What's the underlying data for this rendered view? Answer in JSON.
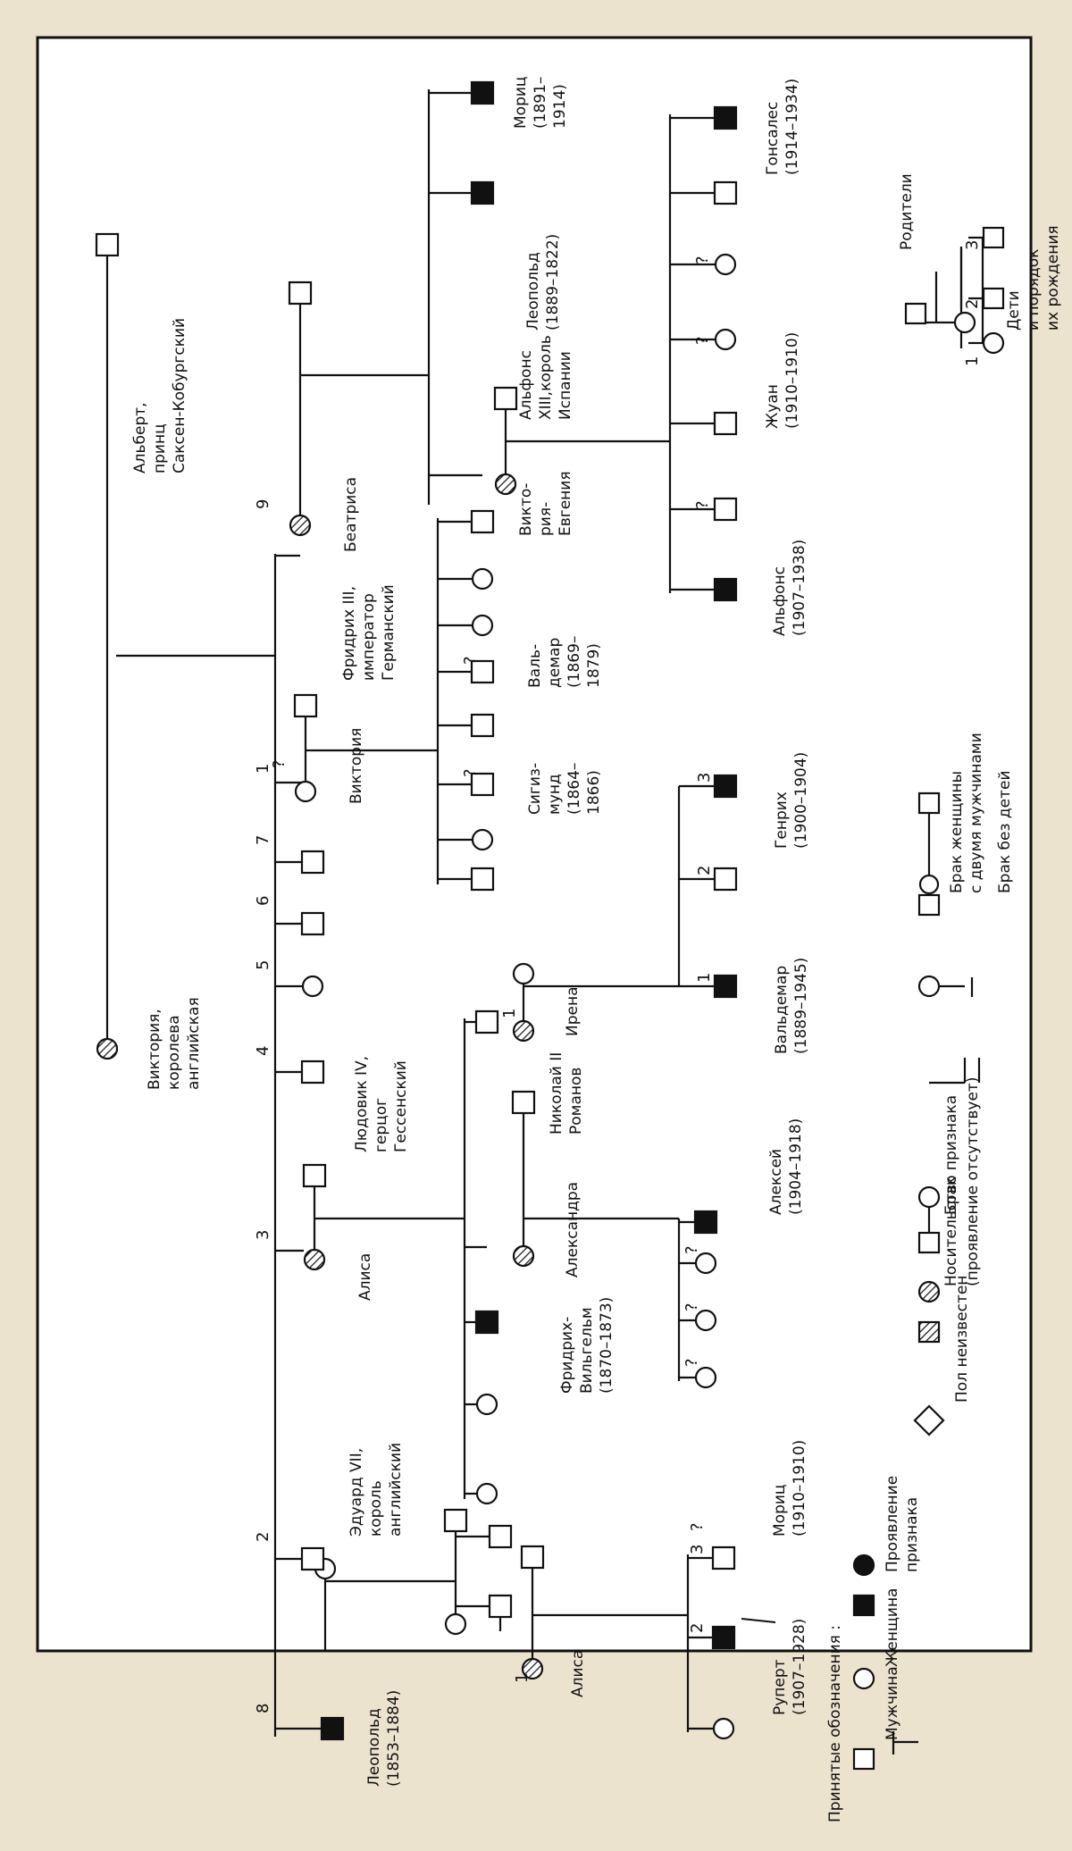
{
  "names": {
    "victoria": [
      "Виктория,",
      "королева",
      "английская"
    ],
    "albert": [
      "Альберт,",
      "принц",
      "Саксен-Кобургский"
    ],
    "leopold": [
      "Леопольд",
      "(1853–1884)"
    ],
    "edward": [
      "Эдуард VII,",
      "король",
      "английский"
    ],
    "alice": [
      "Алиса"
    ],
    "ludwig": [
      "Людовик IV,",
      "герцог",
      "Гессенский"
    ],
    "victoria_d": [
      "Виктория"
    ],
    "friedrich3": [
      "Фридрих III,",
      "император",
      "Германский"
    ],
    "beatrice": [
      "Беатриса"
    ],
    "alice2": [
      "Алиса"
    ],
    "rupert": [
      "Руперт",
      "(1907–1928)"
    ],
    "moritz1": [
      "Мориц",
      "(1910–1910)"
    ],
    "fw": [
      "Фридрих-",
      "Вильгельм",
      "(1870–1873)"
    ],
    "alexandra": [
      "Александра"
    ],
    "nicholas": [
      "Николай II",
      "Романов"
    ],
    "alexei": [
      "Алексей",
      "(1904–1918)"
    ],
    "irena": [
      "Ирена"
    ],
    "waldemar2": [
      "Вальдемар",
      "(1889–1945)"
    ],
    "heinrich": [
      "Генрих",
      "(1900–1904)"
    ],
    "sigismund": [
      "Сигиз-",
      "мунд",
      "(1864–",
      "1866)"
    ],
    "waldemar1": [
      "Валь-",
      "демар",
      "(1869–",
      "1879)"
    ],
    "vic_eugenia": [
      "Викто-",
      "рия-",
      "Евгения"
    ],
    "alfonso13": [
      "Альфонс",
      "XIII,король",
      "Испании"
    ],
    "alfonso": [
      "Альфонс",
      "(1907–1938)"
    ],
    "juan": [
      "Жуан",
      "(1910–1910)"
    ],
    "gonzalo": [
      "Гонсалес",
      "(1914–1934)"
    ],
    "leopold2": [
      "Леопольд",
      "(1889–1822)"
    ],
    "moritz2": [
      "Мориц",
      "(1891–",
      "1914)"
    ]
  },
  "numbers": {
    "n1": "1",
    "n2": "2",
    "n3": "3",
    "n4": "4",
    "n5": "5",
    "n6": "6",
    "n7": "7",
    "n8": "8",
    "n9": "9",
    "q": "?"
  },
  "legend": {
    "title": "Принятые обозначения :",
    "male": "Мужчина",
    "female": "Женщина",
    "affected": [
      "Проявление",
      "признака"
    ],
    "unknown_sex": "Пол неизвестен",
    "carrier": [
      "Носительство признака",
      "(проявление отсутствует)"
    ],
    "marriage": "Брак",
    "two_men": [
      "Брак женщины",
      "с двумя мужчинами"
    ],
    "no_children": "Брак без детей",
    "parents": "Родители",
    "children": [
      "Дети",
      "и порядок",
      "их рождения"
    ]
  },
  "colors": {
    "ink": "#111111",
    "paper": "#ece3cf"
  }
}
